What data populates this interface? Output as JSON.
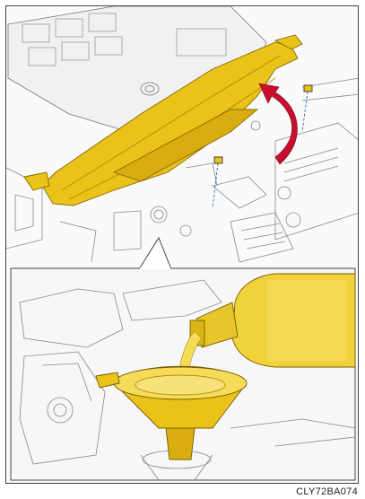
{
  "figure": {
    "code": "CLY72BA074",
    "top_panel": {
      "highlighted_part": "engine-cover-bracket",
      "action": "remove-upward",
      "colors": {
        "part": "#e9c21a",
        "part_dark": "#b48a06",
        "arrow": "#c8102e",
        "lines": "#555555"
      }
    },
    "inset_panel": {
      "action": "pour-oil-through-funnel",
      "colors": {
        "bottle": "#f0d23a",
        "funnel": "#e9c21a",
        "oil": "#f4dc5a",
        "lines": "#555555"
      }
    }
  }
}
